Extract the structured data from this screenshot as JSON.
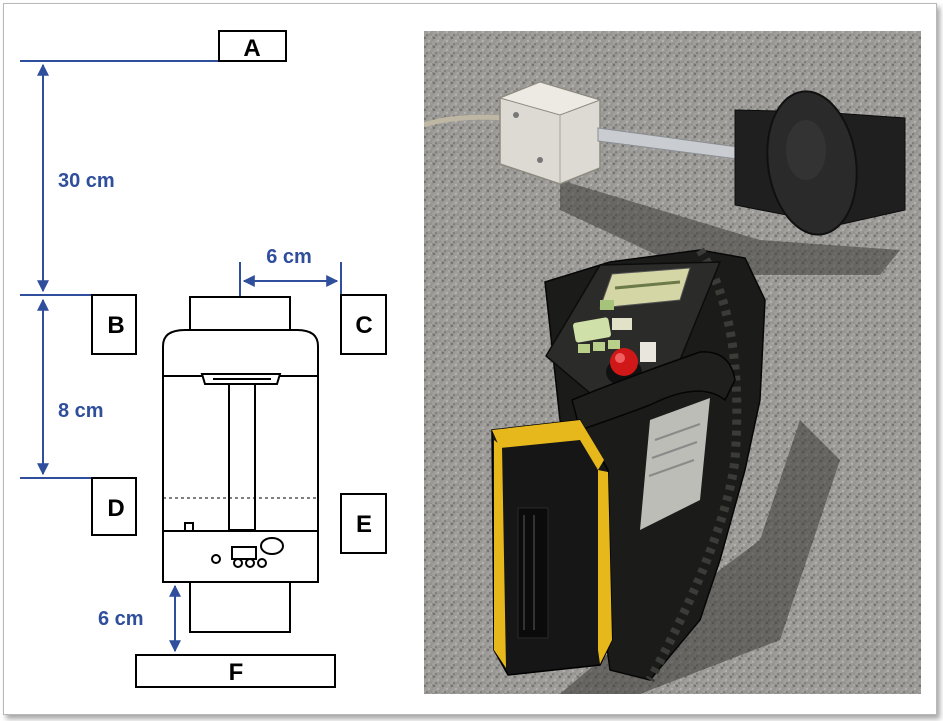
{
  "labels": {
    "a": "A",
    "b": "B",
    "c": "C",
    "d": "D",
    "e": "E",
    "f": "F"
  },
  "dimensions": {
    "a_to_b": "30 cm",
    "b_to_d": "8 cm",
    "b_to_c": "6 cm",
    "device_to_f": "6 cm"
  },
  "colors": {
    "dimension": "#2f4e9b",
    "outline": "#000000"
  }
}
